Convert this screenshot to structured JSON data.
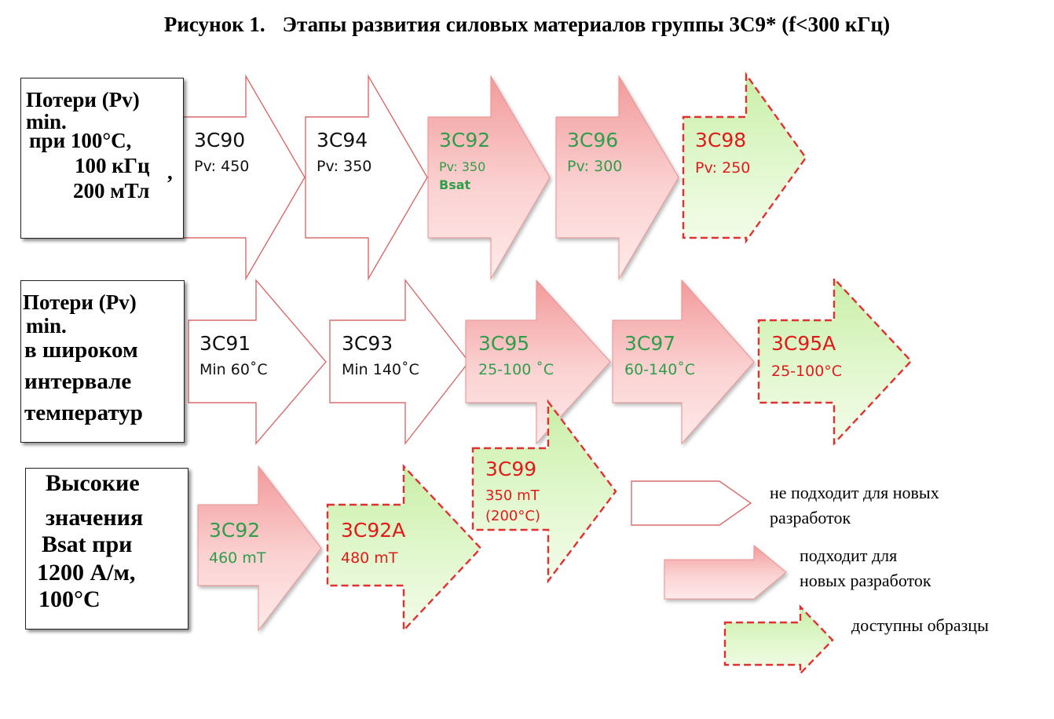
{
  "title": {
    "prefix": "Рисунок 1.",
    "text": "Этапы развития силовых материалов группы 3C9* (f<300 кГц)"
  },
  "rows": [
    {
      "label_lines": [
        "Потери (Pv)",
        "min.",
        "при 100°С,",
        "100 кГц",
        "200 мТл"
      ],
      "label_comma": ",",
      "materials": [
        {
          "name": "3C90",
          "sub": "Pv: 450",
          "status": "not-suitable"
        },
        {
          "name": "3C94",
          "sub": "Pv: 350",
          "status": "not-suitable"
        },
        {
          "name": "3C92",
          "sub": "Pv: 350",
          "sub2": "Bsat",
          "status": "suitable"
        },
        {
          "name": "3C96",
          "sub": "Pv: 300",
          "status": "suitable"
        },
        {
          "name": "3C98",
          "sub": "Pv: 250",
          "status": "samples"
        }
      ]
    },
    {
      "label_lines": [
        "Потери (Pv)",
        "min.",
        "в широком",
        "интервале",
        "температур"
      ],
      "materials": [
        {
          "name": "3C91",
          "sub": "Min 60˚C",
          "status": "not-suitable"
        },
        {
          "name": "3C93",
          "sub": "Min 140˚C",
          "status": "not-suitable"
        },
        {
          "name": "3C95",
          "sub": "25-100 ˚C",
          "status": "suitable"
        },
        {
          "name": "3C97",
          "sub": "60-140˚C",
          "status": "suitable"
        },
        {
          "name": "3C95A",
          "sub": "25-100°C",
          "status": "samples"
        }
      ]
    },
    {
      "label_lines": [
        "Высокие",
        "значения",
        "Bsat при",
        "1200 А/м,",
        "100°С"
      ],
      "materials": [
        {
          "name": "3C92",
          "sub": "460 mT",
          "status": "suitable"
        },
        {
          "name": "3C92A",
          "sub": "480 mT",
          "status": "samples"
        },
        {
          "name": "3C99",
          "sub": "350 mT",
          "sub2": "(200°C)",
          "status": "samples"
        }
      ]
    }
  ],
  "legend": [
    {
      "status": "not-suitable",
      "text": [
        "не подходит для новых",
        "разработок"
      ]
    },
    {
      "status": "suitable",
      "text": [
        "подходит для",
        "новых разработок"
      ]
    },
    {
      "status": "samples",
      "text": [
        "доступны образцы"
      ]
    }
  ],
  "colors": {
    "green_text": "#2e9e4a",
    "red_text": "#e01a1a",
    "black_text": "#111111",
    "outline_red": "#e03030",
    "pink_fill": "#f7b8b8",
    "light_green_fill": "#e0f7c8"
  }
}
